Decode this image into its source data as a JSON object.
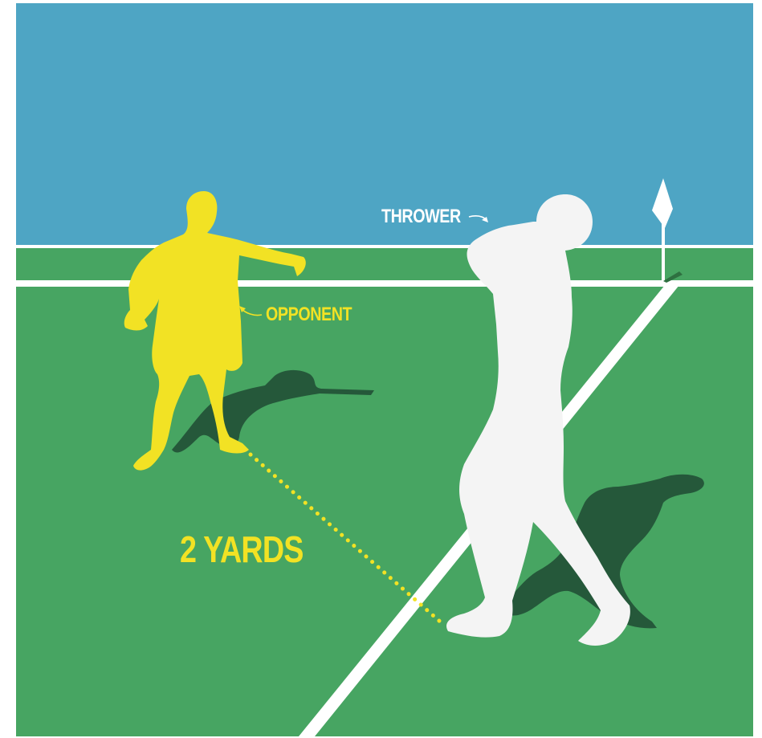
{
  "labels": {
    "thrower": "THROWER",
    "opponent": "OPPONENT",
    "distance": "2 YARDS"
  },
  "colors": {
    "sky": "#4ea5c4",
    "pitch": "#47a562",
    "lines": "#ffffff",
    "opponent": "#f2e224",
    "thrower": "#f4f4f4",
    "shadow": "#25583a",
    "distance_marker": "#f2e224"
  },
  "icons": [
    "corner-flag-icon",
    "thrower-arrow-icon",
    "opponent-arrow-icon"
  ]
}
